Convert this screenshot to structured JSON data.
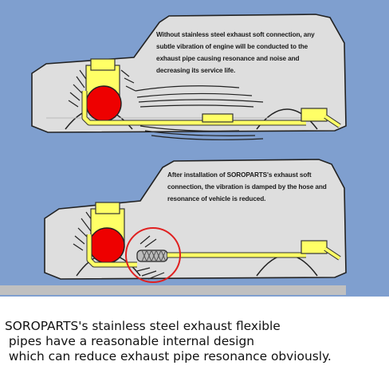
{
  "panels": [
    {
      "id": "without",
      "note": "Without stainless steel exhaust soft connection, any subtle vibration of engine will be conducted to the exhaust pipe causing resonance and noise and decreasing its service life."
    },
    {
      "id": "with",
      "note": "After installation of SOROPARTS's exhaust soft connection, the vibration is damped by the hose and resonance of vehicle is reduced."
    }
  ],
  "caption": "SOROPARTS's stainless steel exhaust flexible\n pipes have a reasonable internal design\n which can reduce exhaust pipe resonance obviously.",
  "colors": {
    "background": "#7f9fcf",
    "car_body": "#dedede",
    "engine": "#ffff66",
    "engine_core": "#ee0000",
    "pipe": "#ffff66",
    "highlight_ring": "#e02020",
    "ground": "#c0c0c0",
    "caption_bg": "#ffffff"
  }
}
